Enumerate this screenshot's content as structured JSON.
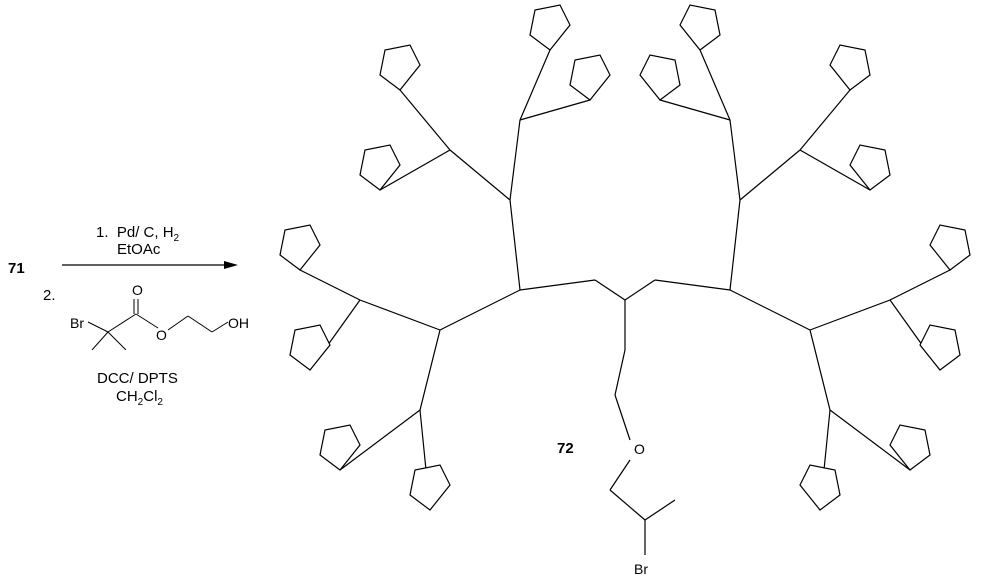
{
  "scheme": {
    "reactant_label": "71",
    "product_label": "72",
    "step1": {
      "number": "1.",
      "reagents": "Pd/ C, H",
      "reagents_sub": "2",
      "solvent": "EtOAc"
    },
    "step2": {
      "number": "2.",
      "reagent_atoms": {
        "br": "Br",
        "o1": "O",
        "o2": "O",
        "oh": "OH"
      },
      "coupling": "DCC/ DPTS",
      "solvent_main": "CH",
      "solvent_sub1": "2",
      "solvent_mid": "Cl",
      "solvent_sub2": "2"
    },
    "core_atoms": {
      "br": "Br",
      "o": "O"
    },
    "colors": {
      "ink": "#000000",
      "background": "#ffffff"
    }
  }
}
